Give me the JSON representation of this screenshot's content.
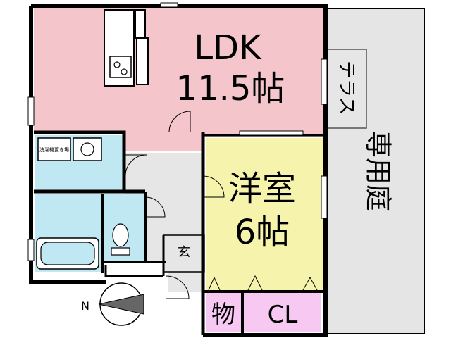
{
  "rooms": {
    "ldk_name": "LDK",
    "ldk_size": "11.5帖",
    "western_name": "洋室",
    "western_size": "6帖",
    "terrace": "テラス",
    "garden": "専用庭",
    "storage": "物",
    "closet": "CL",
    "entrance": "玄",
    "washer_label": "洗濯機置き場"
  },
  "compass": {
    "north_label": "N"
  },
  "colors": {
    "ldk": "#f4c6cb",
    "western": "#f6f3ad",
    "wet": "#bfe8f3",
    "storage": "#f6c8f2",
    "hall": "#e6e6e6",
    "garden": "#e5e5e5",
    "wall": "#000000"
  }
}
